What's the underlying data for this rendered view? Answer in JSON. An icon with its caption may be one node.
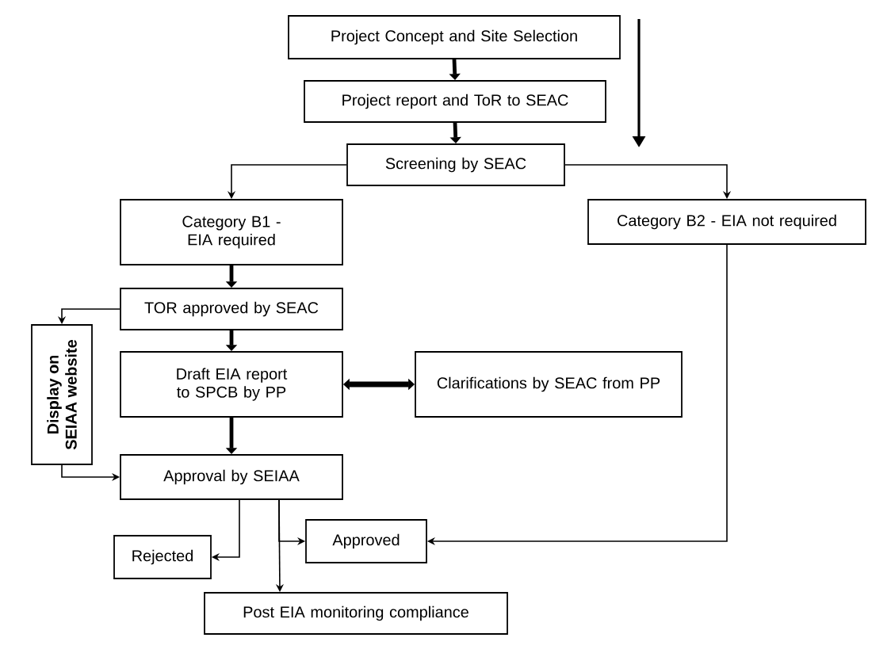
{
  "diagram": {
    "nodes": [
      {
        "text": [
          "Project Concept and Site Selection"
        ]
      },
      {
        "text": [
          "Project report and ToR to SEAC"
        ]
      },
      {
        "text": [
          "Screening by SEAC"
        ]
      },
      {
        "text": [
          "Category B1 - EIA required"
        ]
      },
      {
        "text": [
          "Category B2 - EIA not required"
        ]
      },
      {
        "text": [
          "TOR approved by SEAC"
        ]
      },
      {
        "text": [
          "Display on SEIAA website"
        ]
      },
      {
        "text": [
          "Draft EIA report to SPCB by PP"
        ]
      },
      {
        "text": [
          "Clarifications by SEAC from PP"
        ]
      },
      {
        "text": [
          "Approval by SEIAA"
        ]
      },
      {
        "text": [
          "Rejected"
        ]
      },
      {
        "text": [
          "Approved"
        ]
      },
      {
        "text": [
          "Post EIA monitoring compliance"
        ]
      }
    ],
    "edges": [
      {
        "from": 0,
        "to": 1,
        "arrow": "to",
        "style": "thick"
      },
      {
        "from": 1,
        "to": 2,
        "arrow": "to",
        "style": "thick"
      },
      {
        "from": 2,
        "to": 3,
        "arrow": "to"
      },
      {
        "from": 2,
        "to": 4,
        "arrow": "to"
      },
      {
        "from": 3,
        "to": 5,
        "arrow": "to",
        "style": "thick"
      },
      {
        "from": 5,
        "to": 6,
        "arrow": "to"
      },
      {
        "from": 5,
        "to": 7,
        "arrow": "to",
        "style": "thick"
      },
      {
        "from": 7,
        "to": 8,
        "arrow": "both",
        "style": "thick"
      },
      {
        "from": 7,
        "to": 9,
        "arrow": "to",
        "style": "thick"
      },
      {
        "from": 6,
        "to": 9,
        "arrow": "to"
      },
      {
        "from": 9,
        "to": 10,
        "arrow": "to"
      },
      {
        "from": 9,
        "to": 12,
        "arrow": "to"
      },
      {
        "from": 9,
        "to": 11,
        "arrow": "to"
      },
      {
        "from": 4,
        "to": 11,
        "arrow": "to"
      }
    ]
  }
}
